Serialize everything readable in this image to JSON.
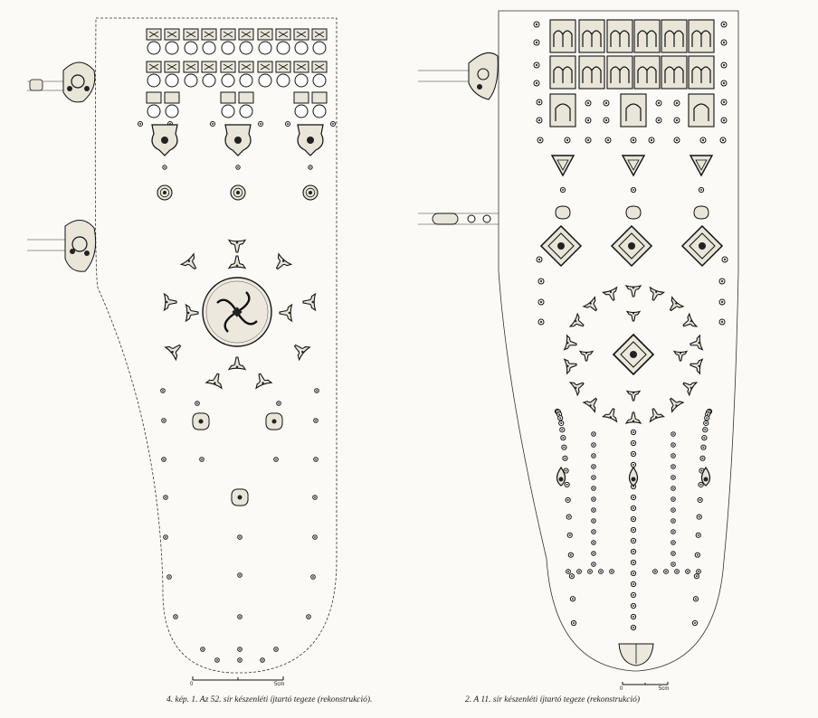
{
  "figure": {
    "left_caption": "4. kép. 1. Az 52. sír készenléti íjtartó tegeze (rekonstrukció).",
    "right_caption": "2. A 11. sír készenléti íjtartó tegeze (rekonstrukció)",
    "left_scale": {
      "zero": "0",
      "five": "5cm"
    },
    "right_scale": {
      "zero": "0",
      "five": "5cm"
    }
  },
  "colors": {
    "ink": "#1b1b1b",
    "paper": "#fbfaf6",
    "fill": "#e9e5d9"
  }
}
